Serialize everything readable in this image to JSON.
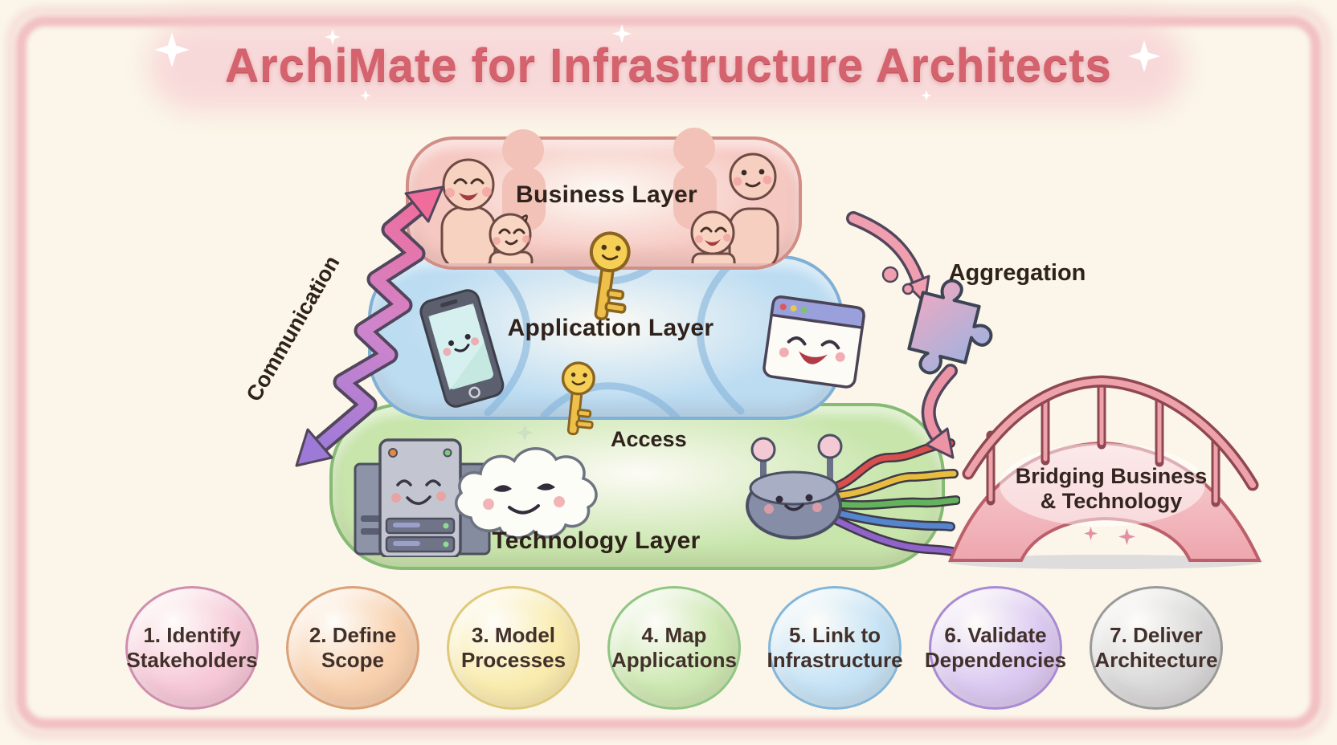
{
  "title": {
    "text": "ArchiMate for Infrastructure Architects",
    "color": "#d5636e"
  },
  "layers": [
    {
      "label": "Business Layer",
      "fill": "#f6c8c2",
      "edge": "#d28d85"
    },
    {
      "label": "Application Layer",
      "fill": "#bcdcf2",
      "edge": "#7fb0d6"
    },
    {
      "label": "Technology Layer",
      "fill": "#c8e5ac",
      "edge": "#85bb72"
    }
  ],
  "relations": {
    "communication": {
      "label": "Communication",
      "gradient_top": "#f06d9b",
      "gradient_bottom": "#9d7ad8"
    },
    "aggregation": {
      "label": "Aggregation",
      "color": "#f09fb0",
      "puzzle_pink": "#f2a9c0",
      "puzzle_blue": "#8fb4e6"
    },
    "access": {
      "label": "Access",
      "key_color": "#f2c54b"
    }
  },
  "bridge": {
    "line1": "Bridging Business",
    "line2": "& Technology",
    "color": "#f3bcc0"
  },
  "steps": [
    {
      "line1": "1. Identify",
      "line2": "Stakeholders",
      "fill": "#f6c8d8",
      "edge": "#cf8fae"
    },
    {
      "line1": "2. Define",
      "line2": "Scope",
      "fill": "#f8d0ad",
      "edge": "#dba177"
    },
    {
      "line1": "3. Model",
      "line2": "Processes",
      "fill": "#f9ecae",
      "edge": "#e0c979"
    },
    {
      "line1": "4. Map",
      "line2": "Applications",
      "fill": "#cde8b2",
      "edge": "#90c583"
    },
    {
      "line1": "5. Link to",
      "line2": "Infrastructure",
      "fill": "#c5e3f5",
      "edge": "#83b6d9"
    },
    {
      "line1": "6. Validate",
      "line2": "Dependencies",
      "fill": "#dbc9f1",
      "edge": "#a98bd4"
    },
    {
      "line1": "7. Deliver",
      "line2": "Architecture",
      "fill": "#d8d8d8",
      "edge": "#9a9a9a"
    }
  ],
  "icons": {
    "sparkle-icon": "four-point sparkle star",
    "business-people-icon": "group of smiling people",
    "key-icon": "golden key with smiley face",
    "smartphone-icon": "smartphone with smiley screen",
    "browser-window-icon": "browser window with smiley face",
    "server-icon": "server tower with smiley face",
    "cloud-icon": "cloud with playful smirk",
    "router-icon": "router with antennae and rainbow cables",
    "zigzag-arrow-icon": "pink-to-purple zigzag double-headed arrow",
    "aggregation-arrow-icon": "pink curved arrows",
    "puzzle-icon": "pink-blue jigsaw puzzle piece",
    "bridge-icon": "pink arch bridge"
  }
}
